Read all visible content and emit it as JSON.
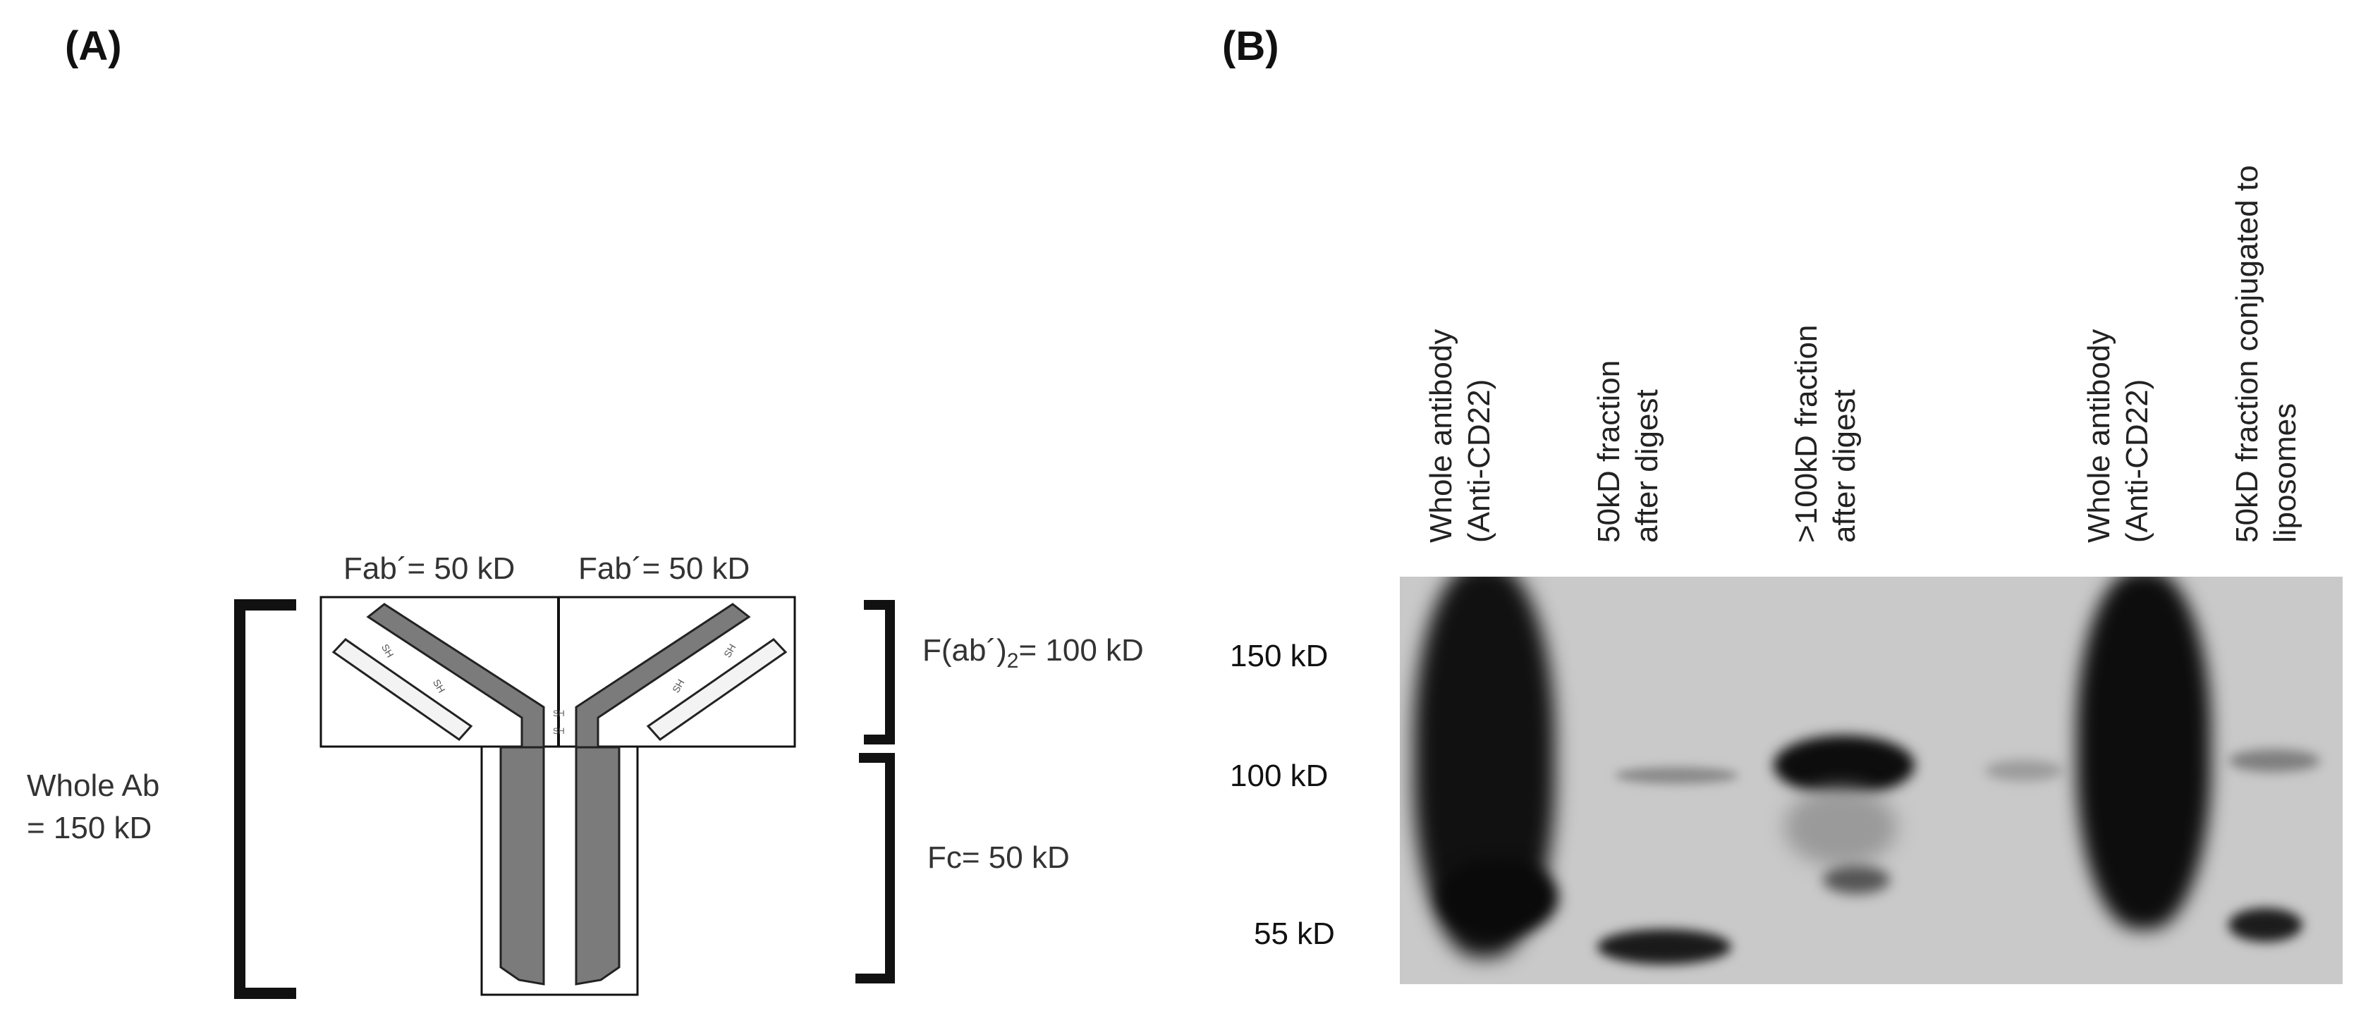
{
  "panel_a": {
    "label": "(A)",
    "fab_left": "Fab´= 50 kD",
    "fab_right": "Fab´= 50 kD",
    "fab2": "F(ab´)",
    "fab2_sub": "2",
    "fab2_value": "= 100 kD",
    "fc": "Fc= 50 kD",
    "whole_ab_line1": "Whole Ab",
    "whole_ab_line2": "= 150 kD",
    "sh_mark": "SH"
  },
  "panel_b": {
    "label": "(B)",
    "lanes": [
      {
        "line1": "Whole antibody",
        "line2": "(Anti-CD22)"
      },
      {
        "line1": "50kD fraction",
        "line2": "after digest"
      },
      {
        "line1": ">100kD fraction",
        "line2": "after digest"
      },
      {
        "line1": "Whole antibody",
        "line2": "(Anti-CD22)"
      },
      {
        "line1": "50kD fraction conjugated to",
        "line2": "liposomes"
      }
    ],
    "markers": [
      "150 kD",
      "100 kD",
      "55 kD"
    ]
  }
}
